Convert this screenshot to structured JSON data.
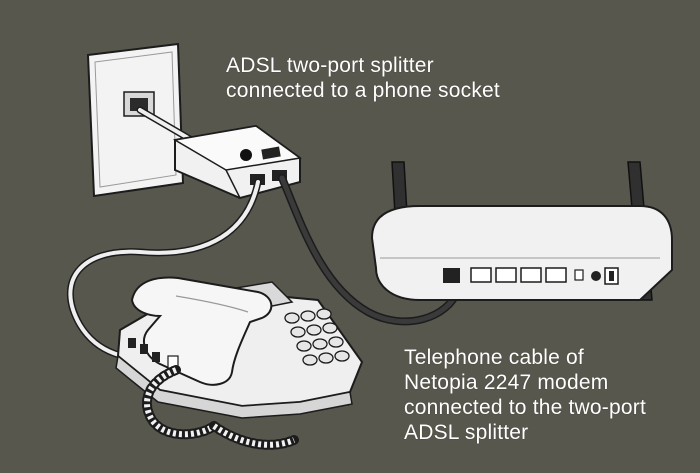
{
  "captions": {
    "splitter": {
      "lines": [
        "ADSL two-port splitter",
        "connected to a phone socket"
      ]
    },
    "cable": {
      "lines": [
        "Telephone cable of",
        "Netopia 2247 modem",
        "connected to the two-port",
        "ADSL splitter"
      ]
    }
  },
  "colors": {
    "background": "#57574d",
    "device_fill": "#f1f1f1",
    "outline": "#1c1c1c",
    "cable_dark": "#2a2a2a",
    "cable_light": "#e8e8e8"
  },
  "icons": {
    "phone_socket": "wall-plate-icon",
    "splitter": "adsl-splitter-icon",
    "modem": "router-icon",
    "telephone": "desk-phone-icon"
  }
}
